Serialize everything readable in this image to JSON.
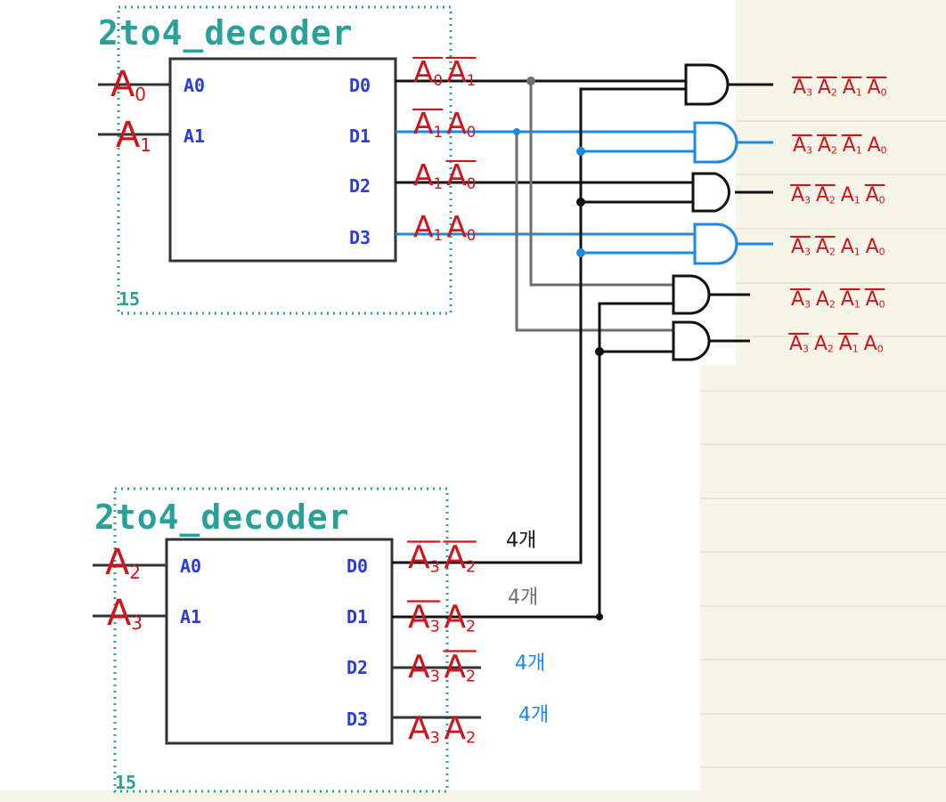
{
  "colors": {
    "paper": "#f7f4e8",
    "canvas": "#ffffff",
    "teal": "#2aa198",
    "pin_blue": "#2a3be0",
    "wire_black": "#111111",
    "wire_gray": "#6e6e6e",
    "wire_blue": "#1e88e5",
    "ink_red": "#d0141b"
  },
  "decoder_top": {
    "title": "2to4_decoder",
    "inputs": [
      "A0",
      "A1"
    ],
    "outputs": [
      "D0",
      "D1",
      "D2",
      "D3"
    ],
    "part_no": "15",
    "input_labels": [
      {
        "name": "A",
        "sub": "0"
      },
      {
        "name": "A",
        "sub": "1"
      }
    ],
    "output_labels": [
      [
        {
          "t": "A",
          "s": "0",
          "bar": true
        },
        {
          "t": "A",
          "s": "1",
          "bar": true
        }
      ],
      [
        {
          "t": "A",
          "s": "1",
          "bar": true
        },
        {
          "t": "A",
          "s": "0",
          "bar": false
        }
      ],
      [
        {
          "t": "A",
          "s": "1",
          "bar": false
        },
        {
          "t": "A",
          "s": "0",
          "bar": true
        }
      ],
      [
        {
          "t": "A",
          "s": "1",
          "bar": false
        },
        {
          "t": "A",
          "s": "0",
          "bar": false
        }
      ]
    ]
  },
  "decoder_bottom": {
    "title": "2to4_decoder",
    "inputs": [
      "A0",
      "A1"
    ],
    "outputs": [
      "D0",
      "D1",
      "D2",
      "D3"
    ],
    "part_no": "15",
    "input_labels": [
      {
        "name": "A",
        "sub": "2"
      },
      {
        "name": "A",
        "sub": "3"
      }
    ],
    "output_labels": [
      [
        {
          "t": "A",
          "s": "3",
          "bar": true
        },
        {
          "t": "A",
          "s": "2",
          "bar": true
        }
      ],
      [
        {
          "t": "A",
          "s": "3",
          "bar": true
        },
        {
          "t": "A",
          "s": "2",
          "bar": false
        }
      ],
      [
        {
          "t": "A",
          "s": "3",
          "bar": false
        },
        {
          "t": "A",
          "s": "2",
          "bar": true
        }
      ],
      [
        {
          "t": "A",
          "s": "3",
          "bar": false
        },
        {
          "t": "A",
          "s": "2",
          "bar": false
        }
      ]
    ],
    "counts": [
      {
        "text": "4개",
        "color": "#111111"
      },
      {
        "text": "4개",
        "color": "#6e6e6e"
      },
      {
        "text": "4개",
        "color": "#1e88e5"
      },
      {
        "text": "4개",
        "color": "#1e88e5"
      }
    ]
  },
  "gate_outputs": [
    [
      {
        "t": "A",
        "s": "3",
        "bar": true
      },
      {
        "t": "A",
        "s": "2",
        "bar": true
      },
      {
        "t": "A",
        "s": "1",
        "bar": true
      },
      {
        "t": "A",
        "s": "0",
        "bar": true
      }
    ],
    [
      {
        "t": "A",
        "s": "3",
        "bar": true
      },
      {
        "t": "A",
        "s": "2",
        "bar": true
      },
      {
        "t": "A",
        "s": "1",
        "bar": true
      },
      {
        "t": "A",
        "s": "0",
        "bar": false
      }
    ],
    [
      {
        "t": "A",
        "s": "3",
        "bar": true
      },
      {
        "t": "A",
        "s": "2",
        "bar": true
      },
      {
        "t": "A",
        "s": "1",
        "bar": false
      },
      {
        "t": "A",
        "s": "0",
        "bar": true
      }
    ],
    [
      {
        "t": "A",
        "s": "3",
        "bar": true
      },
      {
        "t": "A",
        "s": "2",
        "bar": true
      },
      {
        "t": "A",
        "s": "1",
        "bar": false
      },
      {
        "t": "A",
        "s": "0",
        "bar": false
      }
    ],
    [
      {
        "t": "A",
        "s": "3",
        "bar": true
      },
      {
        "t": "A",
        "s": "2",
        "bar": false
      },
      {
        "t": "A",
        "s": "1",
        "bar": true
      },
      {
        "t": "A",
        "s": "0",
        "bar": true
      }
    ],
    [
      {
        "t": "A",
        "s": "3",
        "bar": true
      },
      {
        "t": "A",
        "s": "2",
        "bar": false
      },
      {
        "t": "A",
        "s": "1",
        "bar": true
      },
      {
        "t": "A",
        "s": "0",
        "bar": false
      }
    ]
  ]
}
